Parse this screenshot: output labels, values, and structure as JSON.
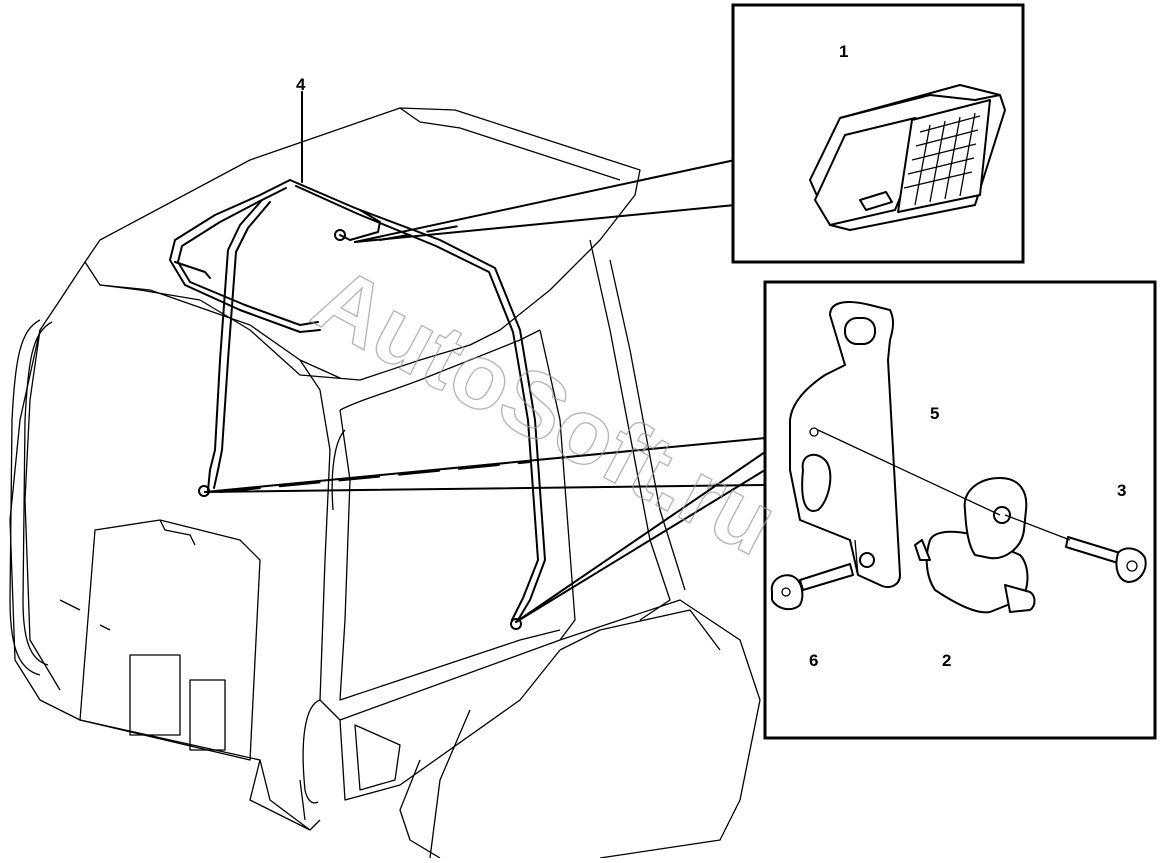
{
  "diagram": {
    "watermark": "AutoSoft.ru",
    "callouts": [
      {
        "id": "1",
        "label": "1"
      },
      {
        "id": "2",
        "label": "2"
      },
      {
        "id": "3",
        "label": "3"
      },
      {
        "id": "4",
        "label": "4"
      },
      {
        "id": "5",
        "label": "5"
      },
      {
        "id": "6",
        "label": "6"
      }
    ]
  }
}
